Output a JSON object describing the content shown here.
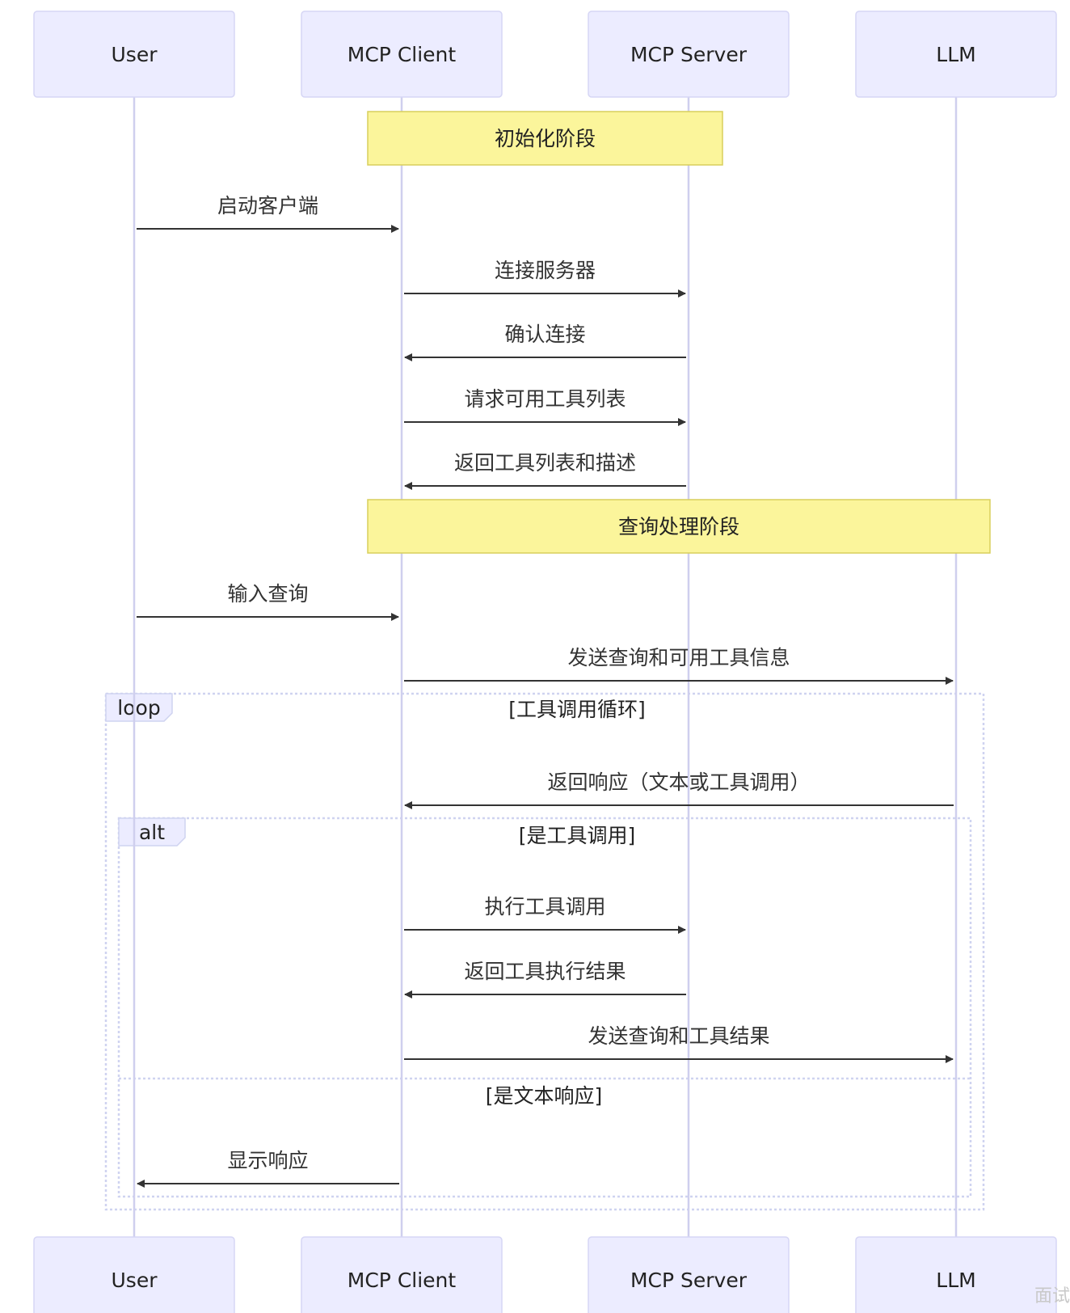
{
  "actors": [
    {
      "id": "user",
      "label": "User"
    },
    {
      "id": "client",
      "label": "MCP Client"
    },
    {
      "id": "server",
      "label": "MCP Server"
    },
    {
      "id": "llm",
      "label": "LLM"
    }
  ],
  "notes": [
    {
      "label": "初始化阶段",
      "from": "client",
      "to": "server"
    },
    {
      "label": "查询处理阶段",
      "from": "client",
      "to": "llm"
    }
  ],
  "messages": [
    {
      "label": "启动客户端",
      "from": "user",
      "to": "client"
    },
    {
      "label": "连接服务器",
      "from": "client",
      "to": "server"
    },
    {
      "label": "确认连接",
      "from": "server",
      "to": "client"
    },
    {
      "label": "请求可用工具列表",
      "from": "client",
      "to": "server"
    },
    {
      "label": "返回工具列表和描述",
      "from": "server",
      "to": "client"
    },
    {
      "label": "输入查询",
      "from": "user",
      "to": "client"
    },
    {
      "label": "发送查询和可用工具信息",
      "from": "client",
      "to": "llm"
    },
    {
      "label": "返回响应（文本或工具调用）",
      "from": "llm",
      "to": "client"
    },
    {
      "label": "执行工具调用",
      "from": "client",
      "to": "server"
    },
    {
      "label": "返回工具执行结果",
      "from": "server",
      "to": "client"
    },
    {
      "label": "发送查询和工具结果",
      "from": "client",
      "to": "llm"
    },
    {
      "label": "显示响应",
      "from": "client",
      "to": "user"
    }
  ],
  "frames": [
    {
      "type": "loop",
      "label": "loop",
      "condition": "[工具调用循环]"
    },
    {
      "type": "alt",
      "label": "alt",
      "condition": "[是工具调用]",
      "else_condition": "[是文本响应]"
    }
  ],
  "watermark": "面试"
}
